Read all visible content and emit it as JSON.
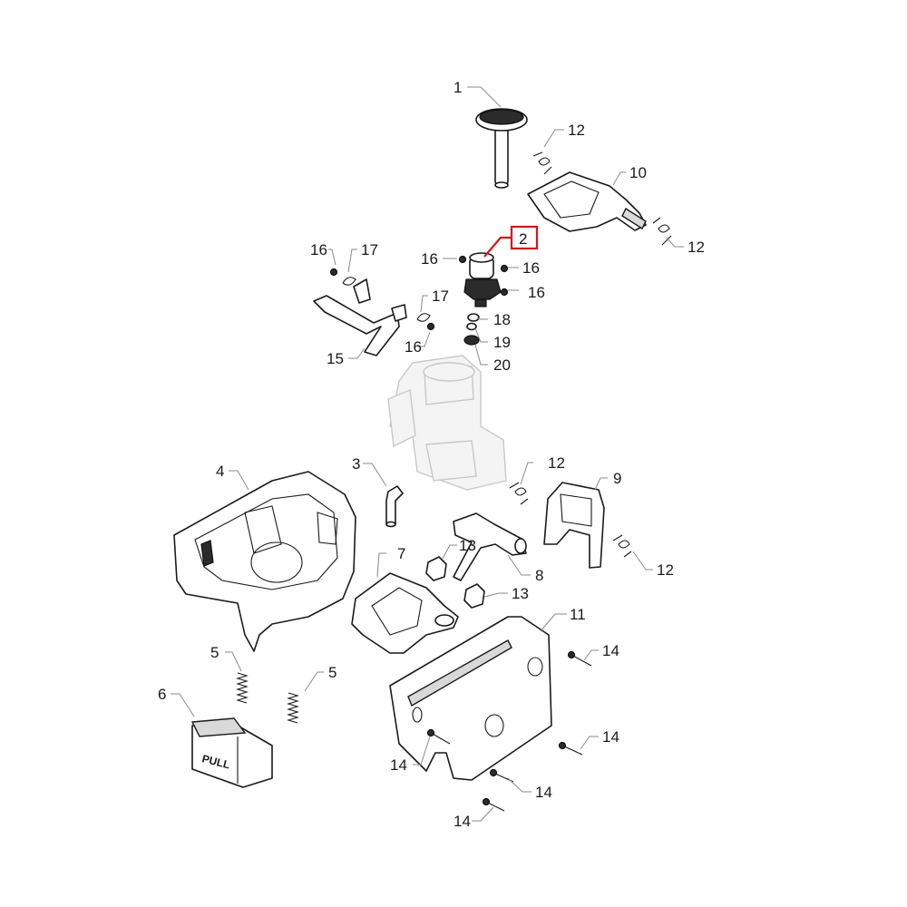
{
  "callouts": {
    "c1": "1",
    "c2": "2",
    "c3": "3",
    "c4": "4",
    "c5a": "5",
    "c5b": "5",
    "c6": "6",
    "c7": "7",
    "c8": "8",
    "c9": "9",
    "c10": "10",
    "c11": "11",
    "c12a": "12",
    "c12b": "12",
    "c12c": "12",
    "c12d": "12",
    "c13a": "13",
    "c13b": "13",
    "c14a": "14",
    "c14b": "14",
    "c14c": "14",
    "c14d": "14",
    "c14e": "14",
    "c15": "15",
    "c16a": "16",
    "c16b": "16",
    "c16c": "16",
    "c16d": "16",
    "c16e": "16",
    "c17a": "17",
    "c17b": "17",
    "c18": "18",
    "c19": "19",
    "c20": "20"
  },
  "handle_text": "PULL",
  "highlight": {
    "part": "2",
    "color": "#d4141c"
  }
}
